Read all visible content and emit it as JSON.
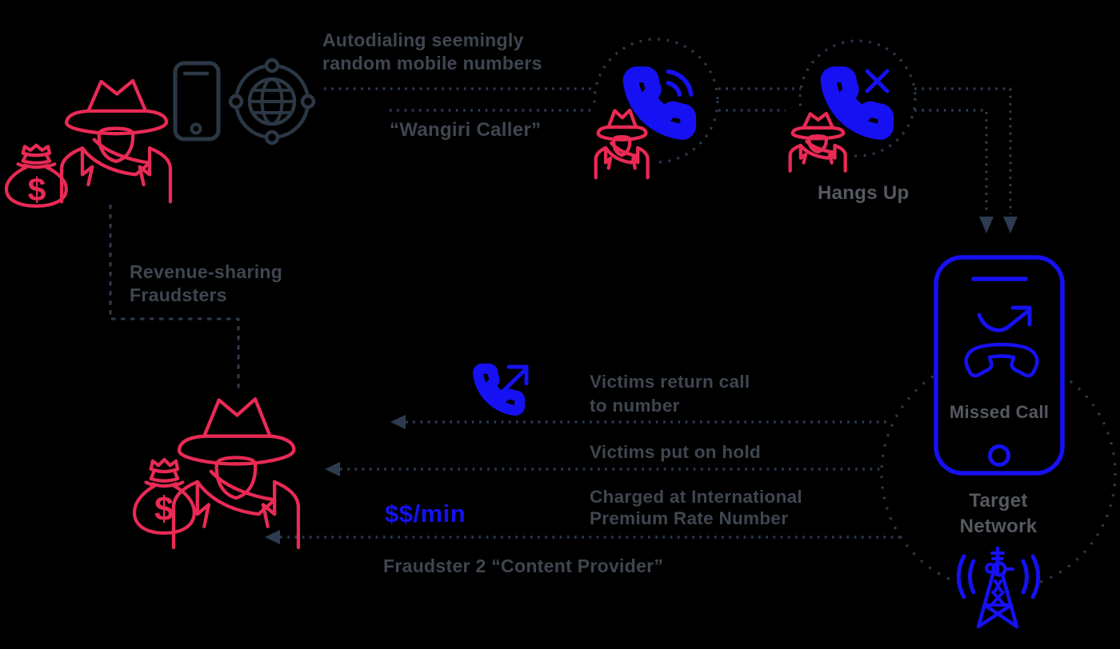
{
  "colors": {
    "bg": "#000000",
    "red": "#e92a55",
    "blue": "#1611f2",
    "slate": "#2b3744",
    "dots": "#2d3b50",
    "text": "#3f4650",
    "text-light": "#555960"
  },
  "labels": {
    "autodialing": "Autodialing seemingly\nrandom mobile numbers",
    "wangiri_caller": "“Wangiri Caller”",
    "hangs_up": "Hangs Up",
    "revenue_sharing": "Revenue-sharing\nFraudsters",
    "victims_return_call": "Victims return call\nto number",
    "victims_put_on_hold": "Victims put on hold",
    "charged_at": "Charged at International\nPremium Rate Number",
    "rate_per_min": "$$/min",
    "fraudster2": "Fraudster 2 “Content Provider”",
    "missed_call": "Missed Call",
    "target_network": "Target\nNetwork",
    "money_symbol": "$"
  },
  "icons": [
    "fraudster-icon",
    "money-bag-icon",
    "mobile-phone-icon",
    "globe-network-icon",
    "phone-call-icon",
    "phone-hangup-x-icon",
    "phone-outgoing-icon",
    "smartphone-icon",
    "missed-call-arrow-icon",
    "call-end-handset-icon",
    "cell-tower-icon",
    "arrowhead-icon"
  ]
}
